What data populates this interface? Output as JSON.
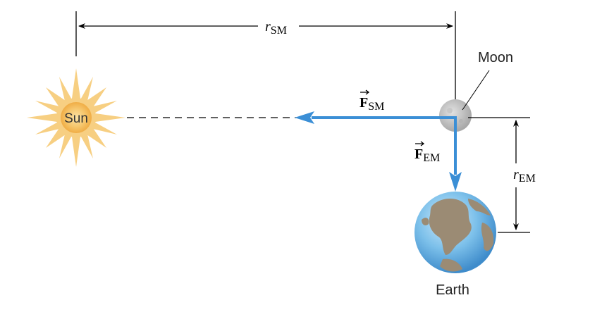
{
  "labels": {
    "r_sm_var": "r",
    "r_sm_sub": "SM",
    "moon": "Moon",
    "sun": "Sun",
    "f_sm_var": "F",
    "f_sm_sub": "SM",
    "f_em_var": "F",
    "f_em_sub": "EM",
    "r_em_var": "r",
    "r_em_sub": "EM",
    "earth": "Earth"
  },
  "colors": {
    "force_arrow": "#3b8fd6",
    "dimension_line": "#000000",
    "sun_outer": "#f5c976",
    "sun_inner": "#f2b24a",
    "moon": "#bdbdbd",
    "earth_ocean": "#6fb8e6",
    "earth_land": "#9b8b74"
  }
}
